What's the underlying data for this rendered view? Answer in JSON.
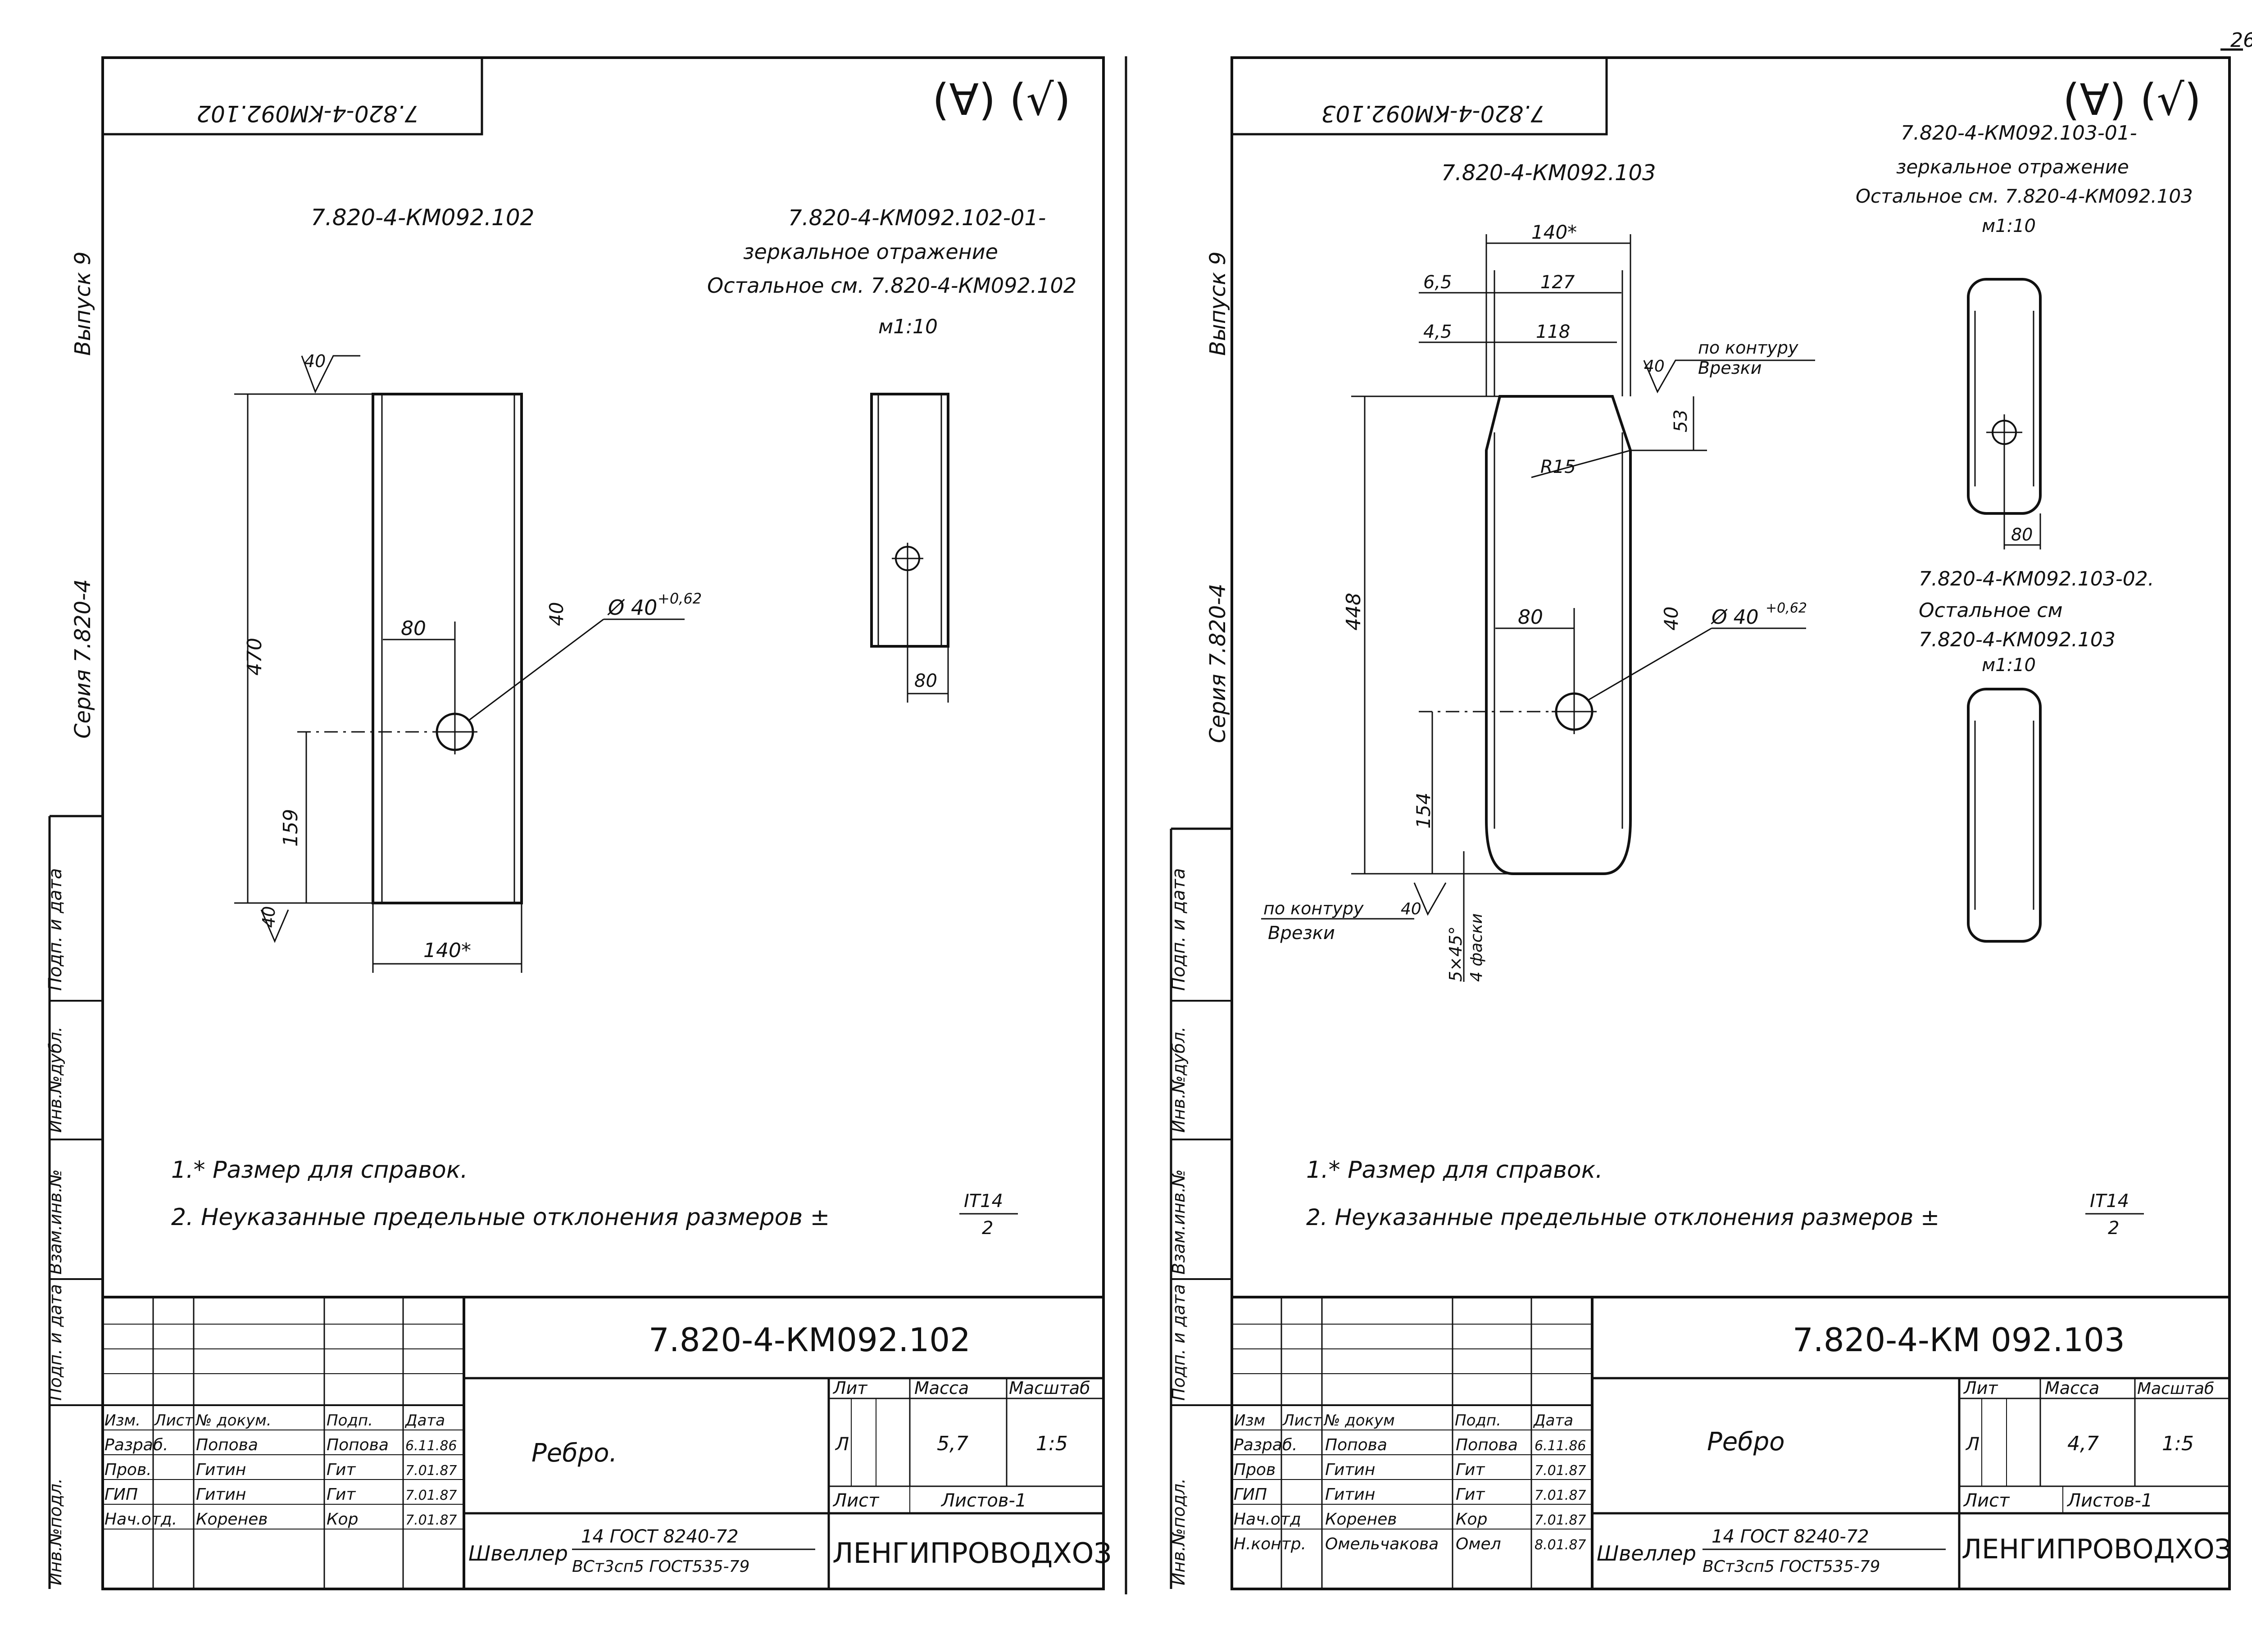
{
  "page_number": "26",
  "sheets": [
    {
      "code_stamp": "7.820-4-KM092.102",
      "rough_symbol": "(∀) (√)",
      "side": {
        "series": "Серия 7.820-4",
        "issue": "Выпуск 9",
        "fields": [
          "Подп. и дата",
          "Инв.№дубл.",
          "Взам.инв.№",
          "Подп. и дата",
          "Инв.№подл."
        ]
      },
      "detail_main_label": "7.820-4-КМ092.102",
      "mirror_note": [
        "7.820-4-КМ092.102-01-",
        "зеркальное отражение",
        "Остальное см. 7.820-4-КМ092.102",
        "м1:10"
      ],
      "dims": {
        "height": "470",
        "width": "140*",
        "hole_x": "80",
        "hole_y": "159",
        "hole_dia": "Ø 40",
        "hole_tol": "+0,62",
        "rough": "40",
        "small_dim": "80"
      },
      "notes": [
        "1.* Размер для справок.",
        "2. Неуказанные предельные отклонения размеров ±"
      ],
      "tol_num": "IT14",
      "tol_den": "2",
      "title_block": {
        "doc_code": "7.820-4-КМ092.102",
        "name": "Ребро.",
        "headers": [
          "Лит",
          "Масса",
          "Масштаб"
        ],
        "lit": "Л",
        "mass": "5,7",
        "scale": "1:5",
        "sheet_label": "Лист",
        "sheets_label": "Листов-1",
        "org": "ЛЕНГИПРОВОДХОЗ",
        "material_label": "Швеллер",
        "material_top": "14 ГОСТ 8240-72",
        "material_bottom": "ВСт3сп5 ГОСТ535-79",
        "col_headers": [
          "Изм.",
          "Лист",
          "№ докум.",
          "Подп.",
          "Дата"
        ],
        "rows": [
          {
            "role": "Разраб.",
            "name": "Попова",
            "sign": "Попова",
            "date": "6.11.86"
          },
          {
            "role": "Пров.",
            "name": "Гитин",
            "sign": "Гит",
            "date": "7.01.87"
          },
          {
            "role": "ГИП",
            "name": "Гитин",
            "sign": "Гит",
            "date": "7.01.87"
          },
          {
            "role": "Нач.отд.",
            "name": "Коренев",
            "sign": "Кор",
            "date": "7.01.87"
          }
        ]
      }
    },
    {
      "code_stamp": "7.820-4-КМ092.103",
      "rough_symbol": "(∀) (√)",
      "side": {
        "series": "Серия 7.820-4",
        "issue": "Выпуск 9",
        "fields": [
          "Подп. и дата",
          "Инв.№дубл.",
          "Взам.инв.№",
          "Подп. и дата",
          "Инв.№подл."
        ]
      },
      "detail_main_label": "7.820-4-КМ092.103",
      "mirror_note": [
        "7.820-4-КМ092.103-01-",
        "зеркальное отражение",
        "Остальное см. 7.820-4-КМ092.103",
        "м1:10"
      ],
      "mirror_note2": [
        "7.820-4-КМ092.103-02.",
        "Остальное см",
        "7.820-4-КМ092.103",
        "м1:10"
      ],
      "dims": {
        "height": "448",
        "width": "140*",
        "w127": "127",
        "w118": "118",
        "d65": "6,5",
        "d45": "4,5",
        "d53": "53",
        "r": "R15",
        "hole_x": "80",
        "hole_y": "154",
        "hole_dia": "Ø 40",
        "hole_tol": "+0,62",
        "rough": "40",
        "small_dim": "80",
        "contour_top": "по контуру",
        "cut_top": "Врезки",
        "contour_bottom": "по контуру",
        "cut_bottom": "Врезки",
        "chamfer": "5×45°",
        "chamfer2": "4 фаски"
      },
      "notes": [
        "1.* Размер для справок.",
        "2. Неуказанные предельные отклонения размеров ±"
      ],
      "tol_num": "IT14",
      "tol_den": "2",
      "title_block": {
        "doc_code": "7.820-4-КМ 092.103",
        "name": "Ребро",
        "headers": [
          "Лит",
          "Масса",
          "Масштаб"
        ],
        "lit": "Л",
        "mass": "4,7",
        "scale": "1:5",
        "sheet_label": "Лист",
        "sheets_label": "Листов-1",
        "org": "ЛЕНГИПРОВОДХОЗ",
        "material_label": "Швеллер",
        "material_top": "14 ГОСТ 8240-72",
        "material_bottom": "ВСт3сп5 ГОСТ535-79",
        "col_headers": [
          "Изм",
          "Лист",
          "№ докум",
          "Подп.",
          "Дата"
        ],
        "rows": [
          {
            "role": "Разраб.",
            "name": "Попова",
            "sign": "Попова",
            "date": "6.11.86"
          },
          {
            "role": "Пров",
            "name": "Гитин",
            "sign": "Гит",
            "date": "7.01.87"
          },
          {
            "role": "ГИП",
            "name": "Гитин",
            "sign": "Гит",
            "date": "7.01.87"
          },
          {
            "role": "Нач.отд",
            "name": "Коренев",
            "sign": "Кор",
            "date": "7.01.87"
          },
          {
            "role": "Н.контр.",
            "name": "Омельчакова",
            "sign": "Омел",
            "date": "8.01.87"
          }
        ]
      }
    }
  ]
}
